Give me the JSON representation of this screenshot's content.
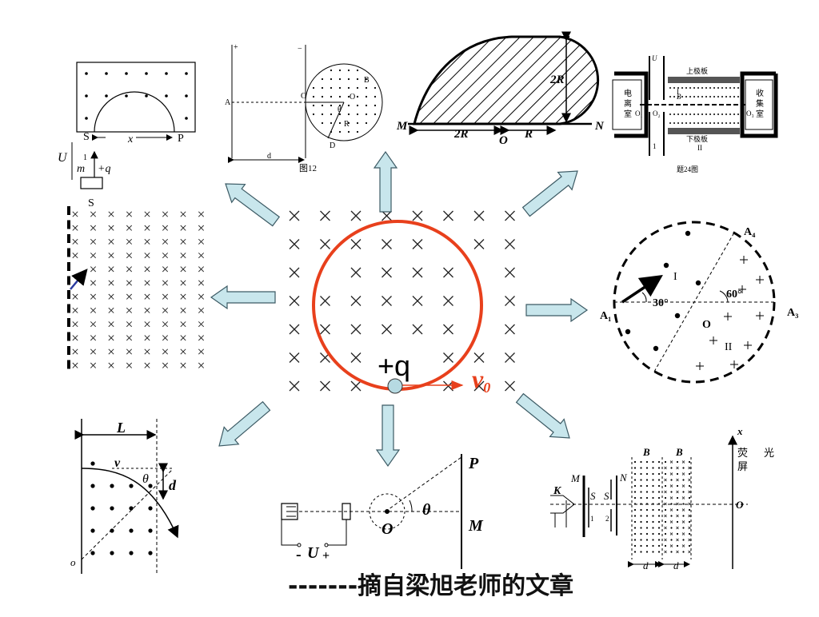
{
  "center": {
    "charge_label": "+q",
    "velocity_label": "v",
    "velocity_sub": "0"
  },
  "caption": "-------摘自梁旭老师的文章",
  "panel_tl": {
    "S_top": "S",
    "P": "P",
    "x": "x",
    "U": "U",
    "one": "1",
    "m": "m",
    "q": "+q",
    "S_bottom": "S"
  },
  "panel_tc": {
    "plus": "+",
    "minus": "−",
    "A": "A",
    "C": "C",
    "B": "B",
    "O": "O",
    "theta": "θ",
    "R": "R",
    "D": "D",
    "d": "d",
    "fig": "图12"
  },
  "panel_top": {
    "twoR": "2R",
    "M": "M",
    "twoR_bottom": "2R",
    "O": "O",
    "R": "R",
    "N": "N"
  },
  "panel_tr": {
    "U": "U",
    "ion_room": "电离室",
    "upper_plate": "上极板",
    "B": "B",
    "I": "I",
    "O1": "O₁",
    "O2": "O₂",
    "lower_plate": "下极板",
    "II": "II",
    "collect_room": "收集室",
    "O3": "O₃",
    "one": "1",
    "fig": "题24图"
  },
  "panel_right": {
    "A4": "A₄",
    "I": "I",
    "deg30": "30°",
    "deg60": "60°",
    "A1": "A₁",
    "O": "O",
    "A3": "A₃",
    "II": "II"
  },
  "panel_bl": {
    "L": "L",
    "v": "v",
    "theta": "θ",
    "d": "d",
    "o": "o"
  },
  "panel_bc": {
    "P": "P",
    "theta": "θ",
    "O": "O",
    "M": "M",
    "U": "U",
    "minus": "-",
    "plus": "+"
  },
  "panel_br": {
    "x": "x",
    "screen1": "荧",
    "screen2": "屏",
    "light": "光",
    "B1": "B",
    "B2": "B",
    "K": "K",
    "M": "M",
    "N": "N",
    "S1": "S",
    "S2": "S",
    "one": "1",
    "two": "2",
    "O": "O",
    "d1": "d",
    "d2": "d"
  },
  "colors": {
    "circle": "#e8401c",
    "arrow_fill": "#c8e6ec",
    "arrow_stroke": "#3c5a64",
    "particle": "#b6dae2",
    "vector": "#2a3aa0"
  }
}
